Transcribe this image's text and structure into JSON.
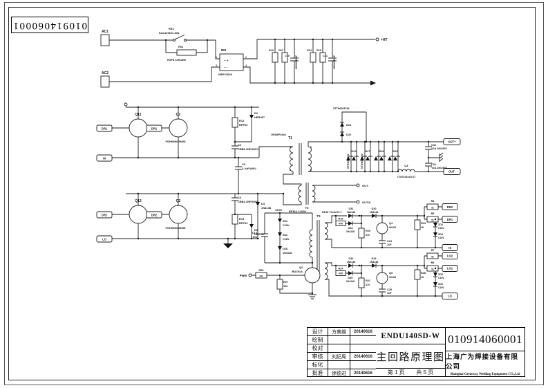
{
  "doc": {
    "number": "010914060001",
    "number_rotated": "010914060001",
    "model": "ENDU140SD-W",
    "title_cn": "主回路原理图",
    "page_left": "第 1 页",
    "page_right": "共 5 页",
    "company_cn": "上海广为焊接设备有限公司",
    "company_en": "Shanghai Greatway Welding Equipment CO.,Ltd"
  },
  "title_block": {
    "rows": [
      {
        "role": "设计",
        "name": "方美维",
        "date": "20140616"
      },
      {
        "role": "绘制",
        "name": "",
        "date": ""
      },
      {
        "role": "校对",
        "name": "",
        "date": ""
      },
      {
        "role": "审核",
        "name": "刘纪周",
        "date": "20140616"
      },
      {
        "role": "标化",
        "name": "",
        "date": ""
      },
      {
        "role": "批准",
        "name": "徐德进",
        "date": "20140616"
      }
    ]
  },
  "schematic": {
    "labels": [
      [
        152,
        47,
        5,
        "m",
        0,
        "AC1"
      ],
      [
        152,
        107,
        5,
        "m",
        0,
        "AC2"
      ],
      [
        244,
        43,
        4.2,
        "s",
        0,
        "K01"
      ],
      [
        230,
        49,
        4,
        "s",
        0,
        "KAc12VDC-30A"
      ],
      [
        258,
        69,
        4,
        "s",
        0,
        "R01"
      ],
      [
        242,
        88,
        4,
        "s",
        0,
        "RXF8 47RJ4W"
      ],
      [
        320,
        74,
        4.2,
        "s",
        0,
        "B01"
      ],
      [
        316,
        109,
        4,
        "s",
        0,
        "KBPC5010"
      ],
      [
        324,
        89,
        4.5,
        "s",
        0,
        "~ +"
      ],
      [
        324,
        99,
        4.5,
        "s",
        0,
        "~ -"
      ],
      [
        314,
        84,
        3.4,
        "e",
        0,
        "1"
      ],
      [
        314,
        96,
        3.4,
        "e",
        0,
        "3"
      ],
      [
        355,
        84,
        3.4,
        "s",
        0,
        "2"
      ],
      [
        355,
        96,
        3.4,
        "s",
        0,
        "4"
      ],
      [
        396,
        74,
        3.8,
        "e",
        0,
        "R10"
      ],
      [
        410,
        74,
        3.8,
        "e",
        0,
        "R11"
      ],
      [
        419,
        82,
        3.8,
        "e",
        0,
        "C10"
      ],
      [
        430,
        100,
        3.6,
        "s",
        -90,
        "450V/680UF"
      ],
      [
        451,
        74,
        3.8,
        "e",
        0,
        "R14"
      ],
      [
        465,
        74,
        3.8,
        "e",
        0,
        "R15"
      ],
      [
        474,
        82,
        3.8,
        "e",
        0,
        "C11"
      ],
      [
        485,
        100,
        3.6,
        "s",
        -90,
        "450V/680UF"
      ],
      [
        551,
        59,
        5,
        "s",
        0,
        "+HT"
      ],
      [
        200,
        167,
        5,
        "m",
        0,
        "Q11"
      ],
      [
        258,
        167,
        5,
        "m",
        0,
        "Q1"
      ],
      [
        254,
        206,
        4,
        "m",
        0,
        "FGH60N60SMD"
      ],
      [
        346,
        176,
        4,
        "s",
        0,
        "R12"
      ],
      [
        346,
        182,
        4,
        "s",
        0,
        "RPF62"
      ],
      [
        368,
        165,
        4,
        "s",
        0,
        "D1"
      ],
      [
        368,
        171,
        4,
        "s",
        0,
        "HER307"
      ],
      [
        344,
        211,
        4,
        "s",
        0,
        "C2"
      ],
      [
        344,
        217,
        4,
        "s",
        0,
        "CBB2.2NF/600V"
      ],
      [
        151,
        187.5,
        4.2,
        "m",
        0,
        "DR1"
      ],
      [
        223,
        187.5,
        4.2,
        "m",
        0,
        "DR1"
      ],
      [
        151,
        230.5,
        4.2,
        "m",
        0,
        "HI"
      ],
      [
        200,
        292,
        5,
        "m",
        0,
        "Q12"
      ],
      [
        258,
        292,
        5,
        "m",
        0,
        "Q2"
      ],
      [
        254,
        331,
        4,
        "m",
        0,
        "FGH60N60SMD"
      ],
      [
        344,
        287,
        4,
        "s",
        0,
        "C3"
      ],
      [
        344,
        293,
        4,
        "s",
        0,
        "CBB2.2NF/600V"
      ],
      [
        346,
        318,
        4,
        "s",
        0,
        "R13"
      ],
      [
        346,
        324,
        4,
        "s",
        0,
        "RPF62"
      ],
      [
        368,
        334,
        4,
        "s",
        0,
        "D2"
      ],
      [
        368,
        340,
        4,
        "s",
        0,
        "HER307"
      ],
      [
        378,
        296,
        4,
        "s",
        0,
        "D4"
      ],
      [
        378,
        302,
        4,
        "s",
        0,
        "1N4148"
      ],
      [
        350,
        239,
        4,
        "s",
        0,
        "C9"
      ],
      [
        350,
        245,
        4,
        "s",
        0,
        "2.2uF/400V"
      ],
      [
        151,
        312.5,
        4.2,
        "m",
        0,
        "DR2"
      ],
      [
        223,
        312.5,
        4.2,
        "m",
        0,
        "DR2"
      ],
      [
        151,
        347.5,
        4.2,
        "m",
        0,
        "LO"
      ],
      [
        420,
        201,
        5,
        "m",
        0,
        "T1"
      ],
      [
        414,
        196,
        3.8,
        "e",
        0,
        "EE65/P25x2"
      ],
      [
        421,
        214,
        3.2,
        "e",
        0,
        "1"
      ],
      [
        421,
        247,
        3.2,
        "e",
        0,
        "2"
      ],
      [
        449,
        214,
        3.2,
        "s",
        0,
        "3"
      ],
      [
        449,
        247,
        3.2,
        "s",
        0,
        "6"
      ],
      [
        501,
        182,
        4,
        "s",
        0,
        "D21"
      ],
      [
        501,
        196,
        4,
        "s",
        0,
        "D22"
      ],
      [
        482,
        158,
        3.6,
        "s",
        0,
        "STTH6003CW"
      ],
      [
        512,
        220,
        3.8,
        "m",
        0,
        "D24"
      ],
      [
        532,
        220,
        3.8,
        "m",
        0,
        "D27"
      ],
      [
        552,
        220,
        3.8,
        "m",
        0,
        "D26"
      ],
      [
        572,
        220,
        3.8,
        "m",
        0,
        "D25"
      ],
      [
        505,
        244,
        3.3,
        "s",
        -90,
        "STTH6003CW"
      ],
      [
        525,
        244,
        3.3,
        "s",
        -90,
        "STTH6003CW"
      ],
      [
        588,
        241,
        4.5,
        "m",
        0,
        "L2"
      ],
      [
        588,
        257,
        3.8,
        "m",
        0,
        "T157x26x13 6T"
      ],
      [
        624,
        211,
        3.8,
        "s",
        0,
        "C32"
      ],
      [
        624,
        216,
        3.8,
        "s",
        0,
        "Y2A 1N/250V"
      ],
      [
        624,
        239,
        3.8,
        "s",
        0,
        "C31"
      ],
      [
        624,
        244,
        3.8,
        "s",
        0,
        "Y2A 1N/250V"
      ],
      [
        654,
        206.5,
        4.2,
        "m",
        0,
        "OUT+"
      ],
      [
        654,
        249.5,
        4.2,
        "m",
        0,
        "OUT-"
      ],
      [
        444,
        302,
        4.2,
        "m",
        0,
        "T2"
      ],
      [
        418,
        307,
        3.8,
        "s",
        0,
        "EE16A 1:2000"
      ],
      [
        524,
        270,
        4,
        "s",
        0,
        "OUT-"
      ],
      [
        524,
        294,
        4,
        "s",
        0,
        "OUT/A"
      ],
      [
        372,
        338,
        4,
        "e",
        0,
        "C13"
      ],
      [
        372,
        344,
        4,
        "e",
        0,
        "104"
      ],
      [
        398,
        305,
        4,
        "s",
        0,
        "15.5V"
      ],
      [
        409,
        321,
        3.8,
        "s",
        0,
        "ZD1"
      ],
      [
        409,
        327,
        3.8,
        "s",
        0,
        "C18V"
      ],
      [
        409,
        341,
        3.8,
        "s",
        0,
        "ZD2"
      ],
      [
        409,
        347,
        3.8,
        "s",
        0,
        "C18V"
      ],
      [
        409,
        361,
        3.8,
        "s",
        0,
        "D28"
      ],
      [
        409,
        367,
        3.8,
        "s",
        0,
        "1N4148"
      ],
      [
        461,
        314,
        4.5,
        "m",
        0,
        "T3"
      ],
      [
        466,
        308,
        3.8,
        "s",
        0,
        "EE19 T2x6xT2.7"
      ],
      [
        438,
        388,
        4,
        "e",
        0,
        "Q3"
      ],
      [
        438,
        394,
        4,
        "e",
        0,
        "BUZ91A"
      ],
      [
        357,
        400,
        4.2,
        "e",
        0,
        "PWM"
      ],
      [
        378,
        392,
        3.8,
        "m",
        0,
        "R26"
      ],
      [
        378,
        400.5,
        3.2,
        "m",
        0,
        "241"
      ],
      [
        410,
        409,
        3.8,
        "s",
        0,
        "R27"
      ],
      [
        410,
        415,
        3.8,
        "s",
        0,
        "102"
      ],
      [
        508,
        303,
        3.8,
        "m",
        0,
        "D31"
      ],
      [
        508,
        308,
        3.5,
        "m",
        0,
        "1N4148"
      ],
      [
        541,
        303,
        3.8,
        "m",
        0,
        "D30"
      ],
      [
        541,
        308,
        3.5,
        "m",
        0,
        "1N4148"
      ],
      [
        493,
        317.5,
        3.8,
        "m",
        0,
        "R19"
      ],
      [
        493,
        324.5,
        3.2,
        "m",
        0,
        "47R"
      ],
      [
        507,
        331,
        3.8,
        "m",
        0,
        "D33"
      ],
      [
        507,
        336,
        3.5,
        "m",
        0,
        "1N4148"
      ],
      [
        529,
        335,
        3.8,
        "s",
        0,
        "R20"
      ],
      [
        529,
        341,
        3.5,
        "s",
        0,
        "470"
      ],
      [
        563,
        324,
        3.8,
        "s",
        0,
        "Q4"
      ],
      [
        563,
        330,
        3.5,
        "s",
        0,
        "9012S"
      ],
      [
        560,
        350,
        3.8,
        "s",
        0,
        "C24"
      ],
      [
        560,
        355,
        3.5,
        "s",
        0,
        "1UF"
      ],
      [
        609,
        324,
        3.8,
        "s",
        0,
        "R23"
      ],
      [
        609,
        330,
        3.5,
        "s",
        0,
        "1K"
      ],
      [
        626,
        292,
        3.8,
        "m",
        0,
        "R4"
      ],
      [
        626,
        301.5,
        3.2,
        "m",
        0,
        "51"
      ],
      [
        626,
        310,
        3.8,
        "m",
        0,
        "R5"
      ],
      [
        626,
        319.5,
        3.2,
        "m",
        0,
        "51"
      ],
      [
        634,
        326,
        3.7,
        "s",
        0,
        "ZD3"
      ],
      [
        634,
        331,
        3.5,
        "s",
        0,
        "C18V"
      ],
      [
        634,
        340,
        3.7,
        "s",
        0,
        "ZD4"
      ],
      [
        634,
        345,
        3.5,
        "s",
        0,
        "C18V"
      ],
      [
        651,
        301,
        4.2,
        "m",
        0,
        "DR2"
      ],
      [
        651,
        319,
        4.2,
        "m",
        0,
        "DR1"
      ],
      [
        651,
        360,
        4.2,
        "m",
        0,
        "HI"
      ],
      [
        508,
        375,
        3.8,
        "m",
        0,
        "D32"
      ],
      [
        508,
        380,
        3.5,
        "m",
        0,
        "1N4148"
      ],
      [
        541,
        375,
        3.8,
        "m",
        0,
        "D34"
      ],
      [
        541,
        380,
        3.5,
        "m",
        0,
        "1N4148"
      ],
      [
        493,
        389.5,
        3.8,
        "m",
        0,
        "R24"
      ],
      [
        493,
        396.5,
        3.2,
        "m",
        0,
        "47R"
      ],
      [
        507,
        403,
        3.8,
        "m",
        0,
        "D36"
      ],
      [
        507,
        408,
        3.5,
        "m",
        0,
        "1N4148"
      ],
      [
        529,
        407,
        3.8,
        "s",
        0,
        "R21"
      ],
      [
        529,
        413,
        3.5,
        "s",
        0,
        "470"
      ],
      [
        563,
        396,
        3.8,
        "s",
        0,
        "Q5"
      ],
      [
        563,
        402,
        3.5,
        "s",
        0,
        "9012S"
      ],
      [
        560,
        420,
        3.8,
        "s",
        0,
        "C25"
      ],
      [
        560,
        425,
        3.5,
        "s",
        0,
        "1UF"
      ],
      [
        609,
        396,
        3.8,
        "s",
        0,
        "R28"
      ],
      [
        609,
        402,
        3.5,
        "s",
        0,
        "1K"
      ],
      [
        626,
        363,
        3.8,
        "m",
        0,
        "R7"
      ],
      [
        626,
        372.5,
        3.2,
        "m",
        0,
        "51"
      ],
      [
        626,
        381,
        3.8,
        "m",
        0,
        "R8"
      ],
      [
        626,
        390.5,
        3.2,
        "m",
        0,
        "51"
      ],
      [
        634,
        398,
        3.7,
        "s",
        0,
        "ZD5"
      ],
      [
        634,
        403,
        3.5,
        "s",
        0,
        "C18V"
      ],
      [
        634,
        412,
        3.7,
        "s",
        0,
        "ZD6"
      ],
      [
        634,
        417,
        3.5,
        "s",
        0,
        "C18V"
      ],
      [
        651,
        371.5,
        4.2,
        "m",
        0,
        "LO2"
      ],
      [
        651,
        389.5,
        4.2,
        "m",
        0,
        "LO1"
      ],
      [
        651,
        429.5,
        4.2,
        "m",
        0,
        "LO"
      ]
    ]
  }
}
